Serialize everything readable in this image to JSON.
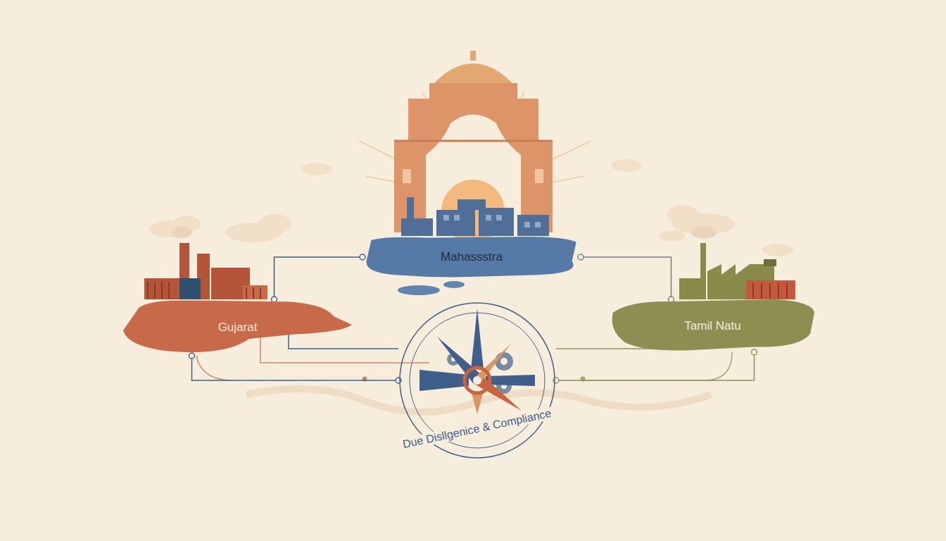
{
  "diagram": {
    "nodes": [
      {
        "text": [
          "Mahassstra"
        ]
      },
      {
        "text": [
          "Gujarat"
        ]
      },
      {
        "text": [
          "Tamil Natu"
        ]
      },
      {
        "text": [
          "Due Disllgenice & Compliance"
        ]
      }
    ],
    "edges": [
      {
        "from": 1,
        "to": 0,
        "arrow": "none"
      },
      {
        "from": 0,
        "to": 2,
        "arrow": "none"
      },
      {
        "from": 1,
        "to": 3,
        "arrow": "none"
      },
      {
        "from": 2,
        "to": 3,
        "arrow": "none"
      }
    ]
  }
}
